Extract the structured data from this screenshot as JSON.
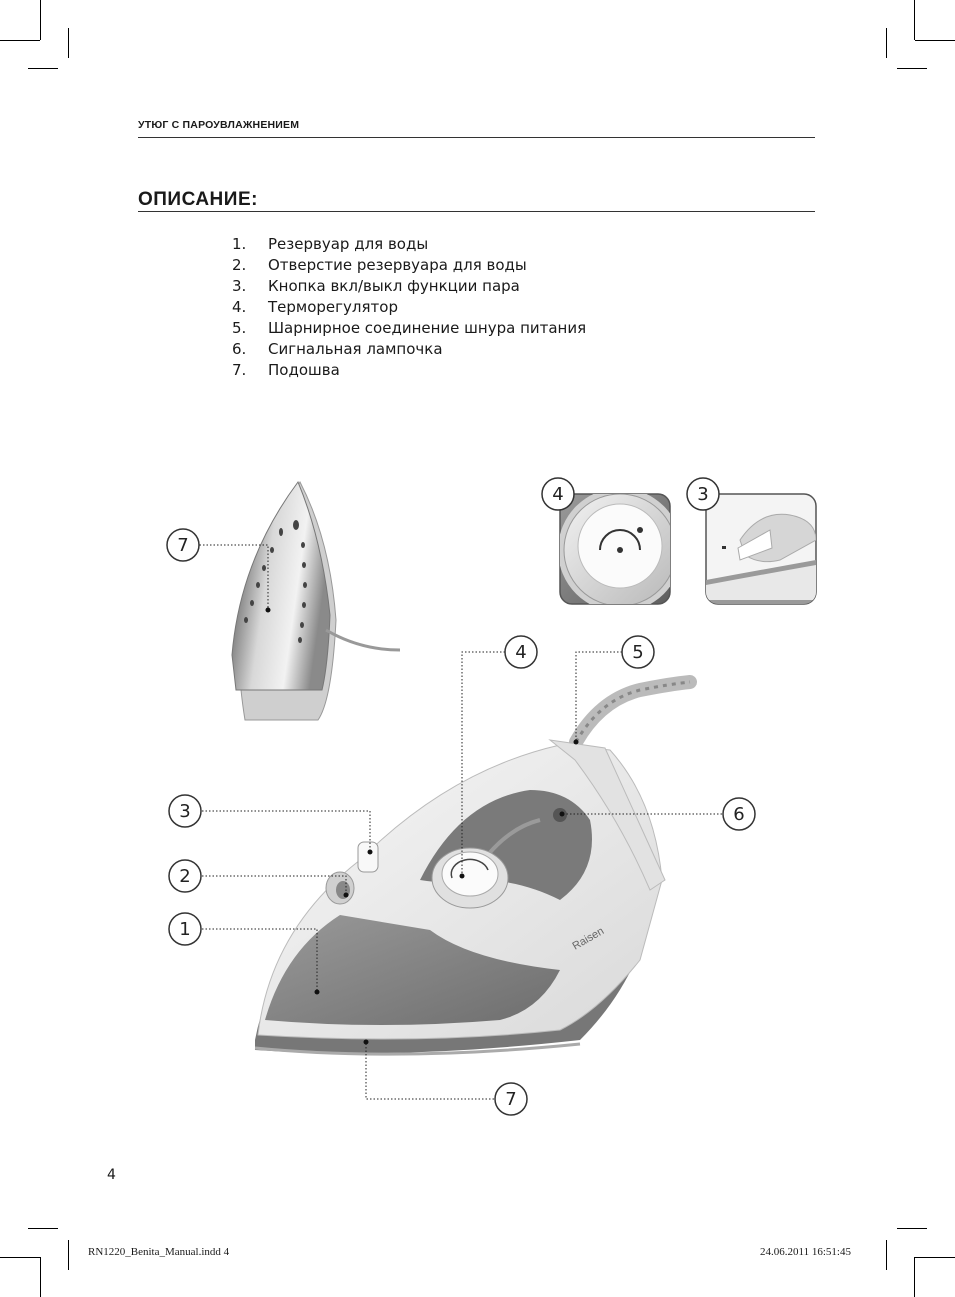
{
  "header": {
    "title": "УТЮГ С ПАРОУВЛАЖНЕНИЕМ"
  },
  "section": {
    "title": "ОПИСАНИЕ:"
  },
  "parts": [
    {
      "num": "1.",
      "label": "Резервуар для воды"
    },
    {
      "num": "2.",
      "label": "Отверстие резервуара для воды"
    },
    {
      "num": "3.",
      "label": "Кнопка вкл/выкл функции пара"
    },
    {
      "num": "4.",
      "label": "Терморегулятор"
    },
    {
      "num": "5.",
      "label": "Шарнирное соединение шнура питания"
    },
    {
      "num": "6.",
      "label": "Сигнальная лампочка"
    },
    {
      "num": "7.",
      "label": "Подошва"
    }
  ],
  "figure": {
    "brand_mark": "Raisen",
    "callouts": {
      "soleplate_top": "7",
      "dial_detail": "4",
      "button_detail": "3",
      "thermostat": "4",
      "cord_joint": "5",
      "steam_button": "3",
      "fill_hole": "2",
      "water_tank": "1",
      "indicator_lamp": "6",
      "soleplate_bottom": "7"
    }
  },
  "page_number": "4",
  "footer": {
    "file": "RN1220_Benita_Manual.indd   4",
    "timestamp": "24.06.2011   16:51:45"
  }
}
